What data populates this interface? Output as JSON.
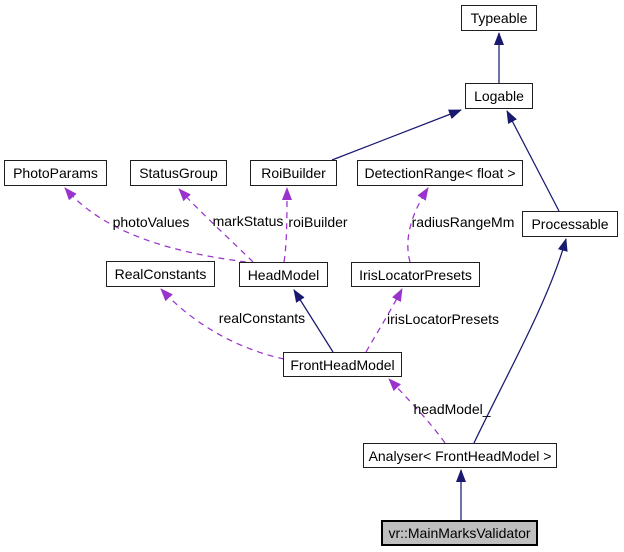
{
  "diagram": {
    "kind": "collaboration-graph",
    "colors": {
      "background": "#ffffff",
      "inheritance_edge": "#191970",
      "usage_edge": "#9a32cd",
      "node_border": "#1f1f1f",
      "node_fill": "#ffffff",
      "main_node_fill": "#bfbfbf",
      "text": "#000000"
    },
    "nodes": [
      {
        "id": "typeable",
        "label": "Typeable",
        "kind": "class"
      },
      {
        "id": "logable",
        "label": "Logable",
        "kind": "class"
      },
      {
        "id": "photoparams",
        "label": "PhotoParams",
        "kind": "class"
      },
      {
        "id": "statusgroup",
        "label": "StatusGroup",
        "kind": "class"
      },
      {
        "id": "roibuilder",
        "label": "RoiBuilder",
        "kind": "class"
      },
      {
        "id": "detectionrange",
        "label": "DetectionRange< float >",
        "kind": "class"
      },
      {
        "id": "processable",
        "label": "Processable",
        "kind": "class"
      },
      {
        "id": "realconstants",
        "label": "RealConstants",
        "kind": "class"
      },
      {
        "id": "headmodel",
        "label": "HeadModel",
        "kind": "class"
      },
      {
        "id": "irislocatorpresets",
        "label": "IrisLocatorPresets",
        "kind": "class"
      },
      {
        "id": "frontheadmodel",
        "label": "FrontHeadModel",
        "kind": "class"
      },
      {
        "id": "analyser",
        "label": "Analyser< FrontHeadModel >",
        "kind": "class"
      },
      {
        "id": "mainmarksvalidator",
        "label": "vr::MainMarksValidator",
        "kind": "main"
      }
    ],
    "edges": [
      {
        "from": "logable",
        "to": "typeable",
        "type": "inheritance",
        "label": ""
      },
      {
        "from": "roibuilder",
        "to": "logable",
        "type": "inheritance",
        "label": ""
      },
      {
        "from": "processable",
        "to": "logable",
        "type": "inheritance",
        "label": ""
      },
      {
        "from": "headmodel",
        "to": "photoparams",
        "type": "usage",
        "label": "photoValues"
      },
      {
        "from": "headmodel",
        "to": "statusgroup",
        "type": "usage",
        "label": "markStatus"
      },
      {
        "from": "headmodel",
        "to": "roibuilder",
        "type": "usage",
        "label": "roiBuilder"
      },
      {
        "from": "irislocatorpresets",
        "to": "detectionrange",
        "type": "usage",
        "label": "radiusRangeMm"
      },
      {
        "from": "frontheadmodel",
        "to": "realconstants",
        "type": "usage",
        "label": "realConstants"
      },
      {
        "from": "frontheadmodel",
        "to": "irislocatorpresets",
        "type": "usage",
        "label": "irisLocatorPresets"
      },
      {
        "from": "frontheadmodel",
        "to": "headmodel",
        "type": "inheritance",
        "label": ""
      },
      {
        "from": "analyser",
        "to": "frontheadmodel",
        "type": "usage",
        "label": "headModel_"
      },
      {
        "from": "analyser",
        "to": "processable",
        "type": "inheritance",
        "label": ""
      },
      {
        "from": "mainmarksvalidator",
        "to": "analyser",
        "type": "inheritance",
        "label": ""
      }
    ]
  }
}
